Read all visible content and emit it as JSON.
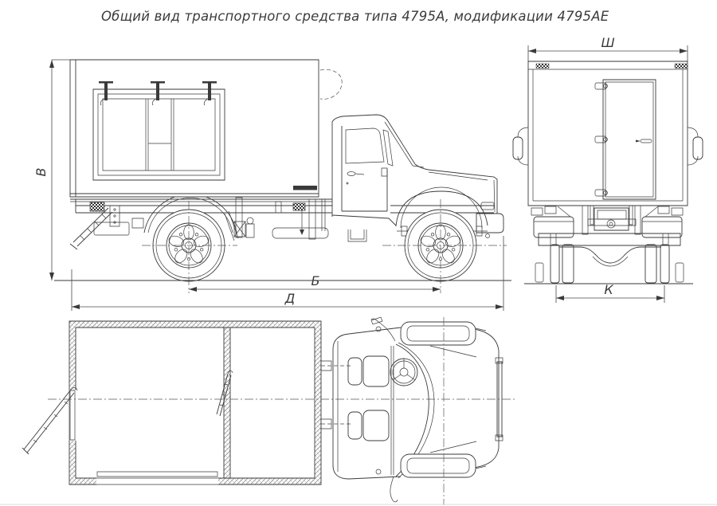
{
  "title": "Общий вид транспортного средства типа 4795А, модификации 4795АЕ",
  "dimension_labels": {
    "height": "В",
    "wheelbase": "Б",
    "overall_length": "Д",
    "width": "Ш",
    "track": "К"
  },
  "colors": {
    "line": "#3a3a3a",
    "background": "#ffffff"
  }
}
